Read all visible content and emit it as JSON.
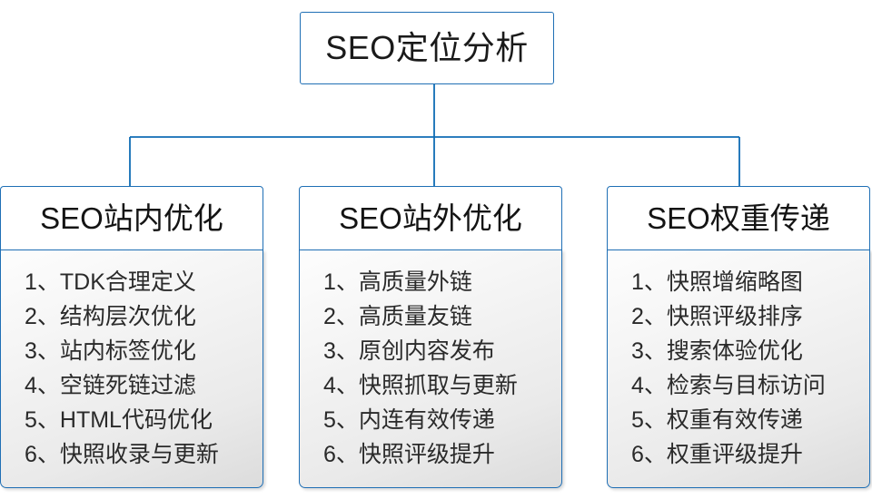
{
  "diagram": {
    "type": "hierarchy-tree",
    "title_node": {
      "label": "SEO定位分析"
    },
    "colors": {
      "border": "#1f6fb5",
      "connector": "#0f6cb5",
      "text": "#1a1a1a",
      "body_fill_top": "#fdfdfd",
      "body_fill_bottom": "#dcdcdc",
      "header_fill": "#ffffff"
    },
    "branches": [
      {
        "header": "SEO站内优化",
        "items": [
          "1、TDK合理定义",
          "2、结构层次优化",
          "3、站内标签优化",
          "4、空链死链过滤",
          "5、HTML代码优化",
          "6、快照收录与更新"
        ]
      },
      {
        "header": "SEO站外优化",
        "items": [
          "1、高质量外链",
          "2、高质量友链",
          "3、原创内容发布",
          "4、快照抓取与更新",
          "5、内连有效传递",
          "6、快照评级提升"
        ]
      },
      {
        "header": "SEO权重传递",
        "items": [
          "1、快照增缩略图",
          "2、快照评级排序",
          "3、搜索体验优化",
          "4、检索与目标访问",
          "5、权重有效传递",
          "6、权重评级提升"
        ]
      }
    ]
  }
}
